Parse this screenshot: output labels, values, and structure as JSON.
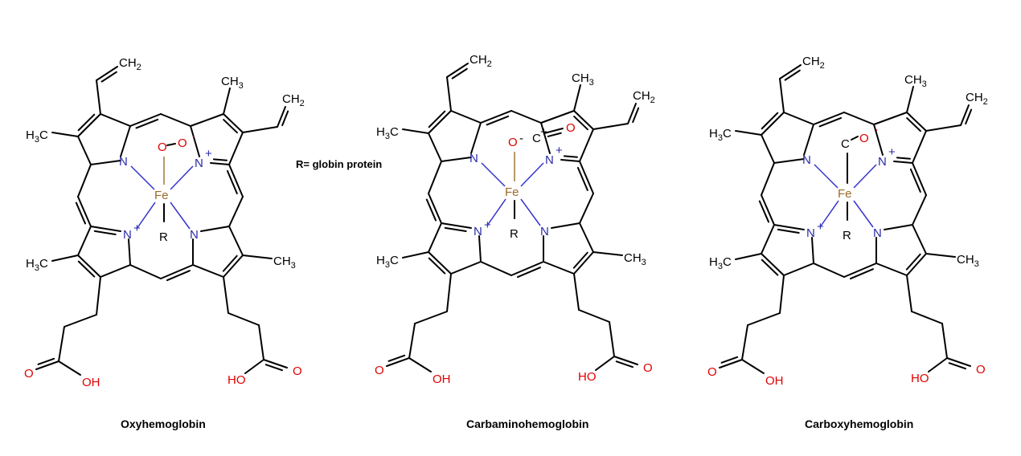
{
  "note": "R= globin protein",
  "molecules": [
    {
      "id": "oxy",
      "caption": "Oxyhemoglobin",
      "ligand": "O-O"
    },
    {
      "id": "carbamino",
      "caption": "Carbaminohemoglobin",
      "ligand": "O-C=O"
    },
    {
      "id": "carboxy",
      "caption": "Carboxyhemoglobin",
      "ligand": "C-O"
    }
  ],
  "atoms": {
    "n": "N",
    "n_plus": "N",
    "plus": "+",
    "fe": "Fe",
    "r": "R",
    "c": "C",
    "h": "H",
    "o": "O",
    "oh": "OH",
    "ho": "HO",
    "methyl": "CH",
    "methyl_left": "H",
    "three": "3",
    "two": "2",
    "c3": "C",
    "vinyl": "CH",
    "minus": "-",
    "radical_dot": "·"
  },
  "colors": {
    "nitrogen": "#2a2aa8",
    "iron": "#9b6a28",
    "oxygen": "#e00000",
    "bond": "#000000"
  }
}
